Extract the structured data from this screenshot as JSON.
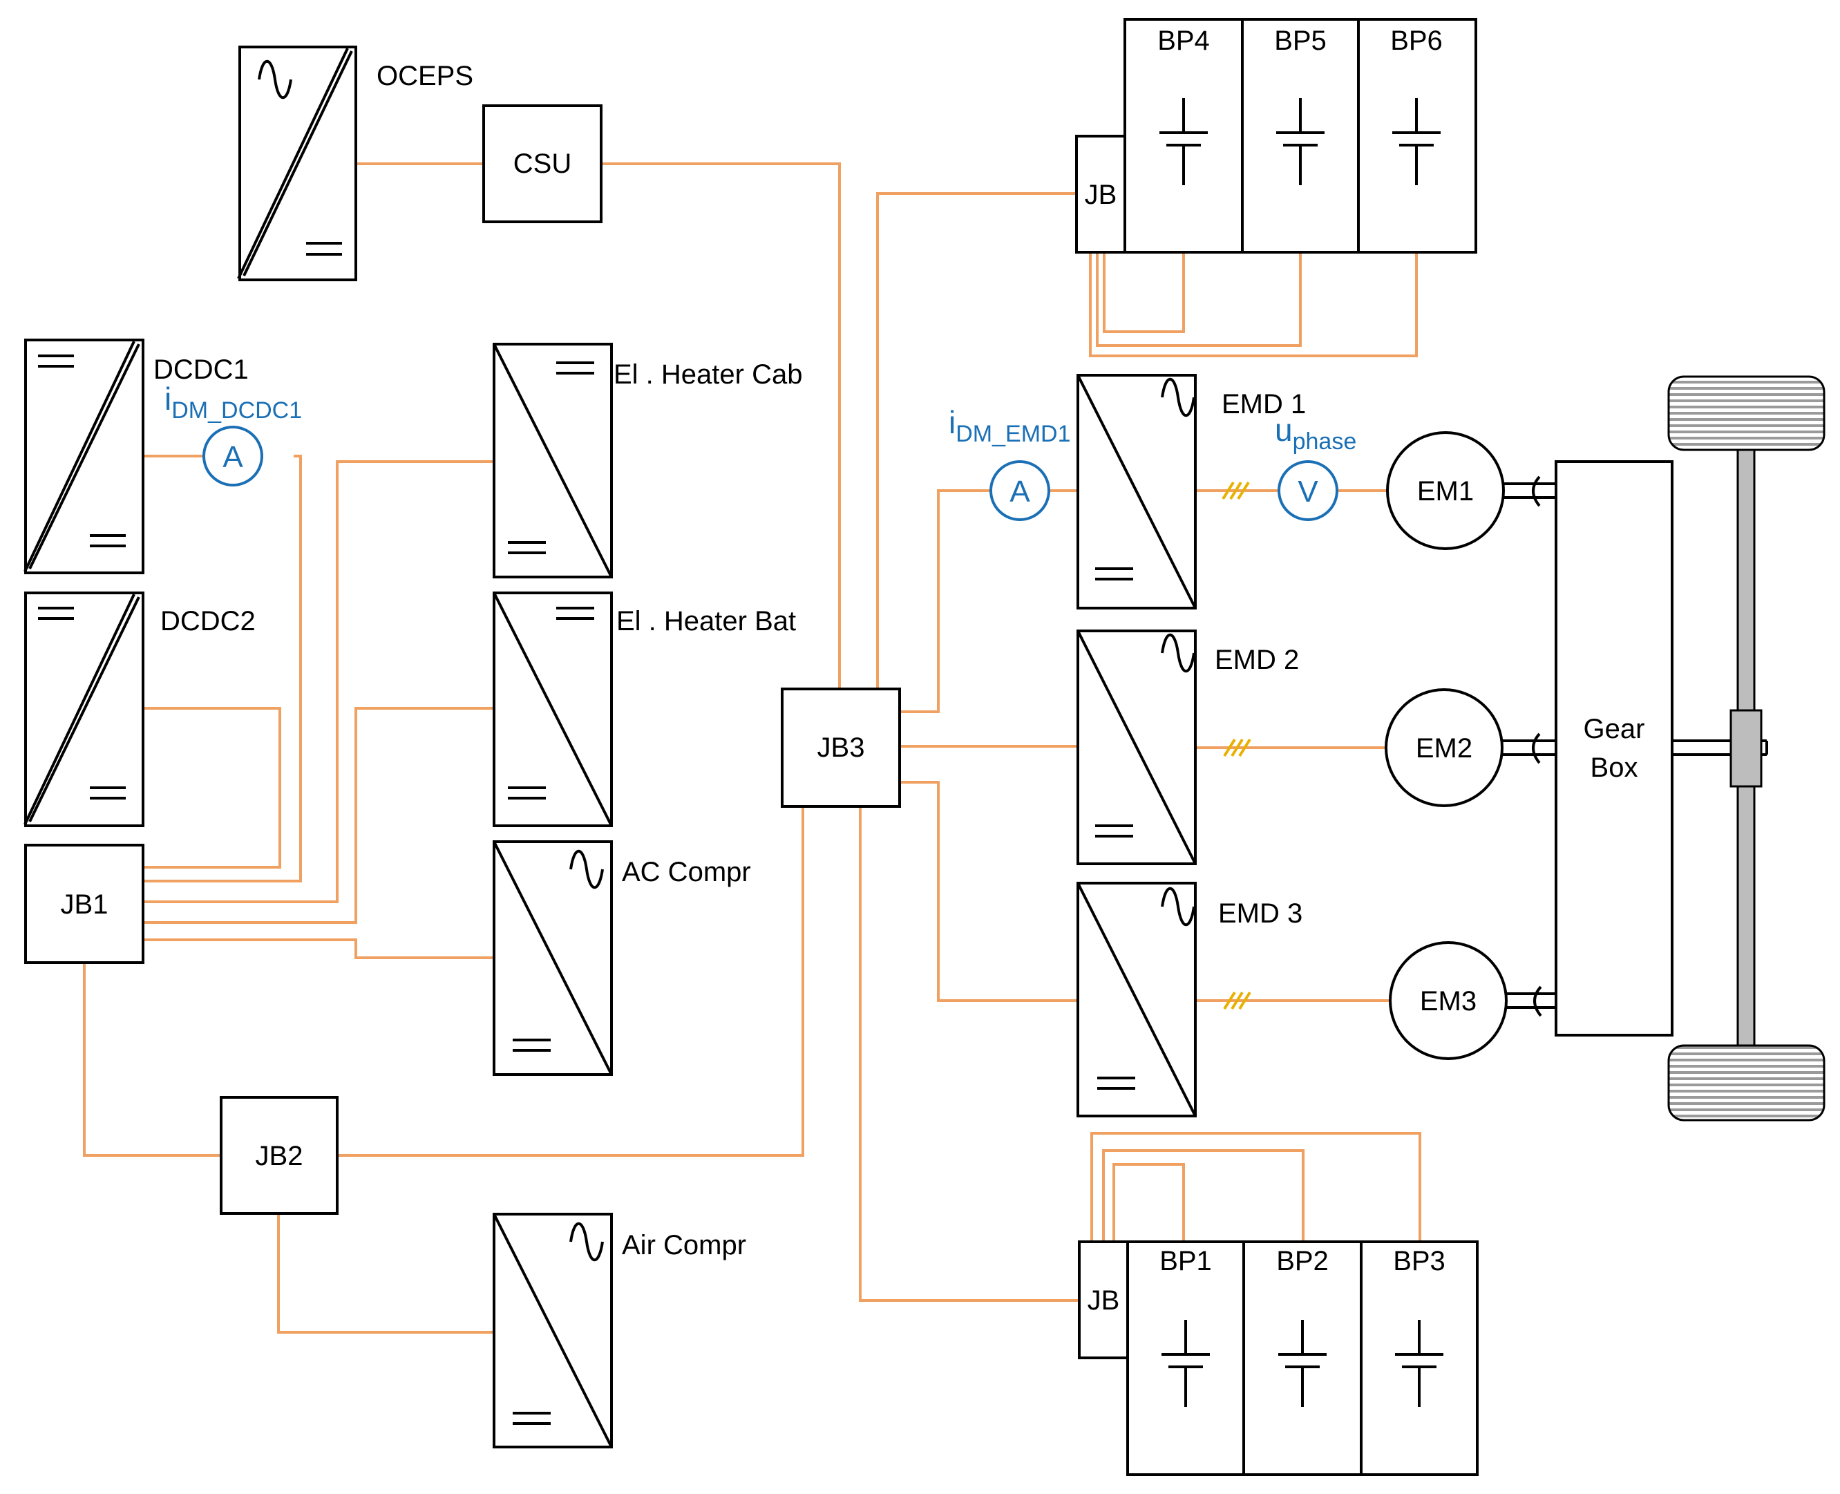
{
  "labels": {
    "oceps": "OCEPS",
    "csu": "CSU",
    "dcdc1": "DCDC1",
    "dcdc2": "DCDC2",
    "heater_cab": "El . Heater Cab",
    "heater_bat": "El . Heater Bat",
    "ac_compr": "AC Compr",
    "air_compr": "Air Compr",
    "jb1": "JB1",
    "jb2": "JB2",
    "jb3": "JB3",
    "jb_top": "JB",
    "jb_bottom": "JB",
    "bp1": "BP1",
    "bp2": "BP2",
    "bp3": "BP3",
    "bp4": "BP4",
    "bp5": "BP5",
    "bp6": "BP6",
    "emd1": "EMD 1",
    "emd2": "EMD 2",
    "emd3": "EMD 3",
    "em1": "EM1",
    "em2": "EM2",
    "em3": "EM3",
    "gearbox_line1": "Gear",
    "gearbox_line2": "Box"
  },
  "meters": {
    "dcdc1_symbol": "A",
    "dcdc1_label_main": "i",
    "dcdc1_label_sub": "DM_DCDC1",
    "emd1_current_symbol": "A",
    "emd1_current_label_main": "i",
    "emd1_current_label_sub": "DM_EMD1",
    "phase_symbol": "V",
    "phase_label_main": "u",
    "phase_label_sub": "phase"
  },
  "colors": {
    "wire": "#f0a060",
    "meter": "#1a6fb5",
    "three_phase_ticks": "#e8b000",
    "component_outline": "#000000"
  }
}
